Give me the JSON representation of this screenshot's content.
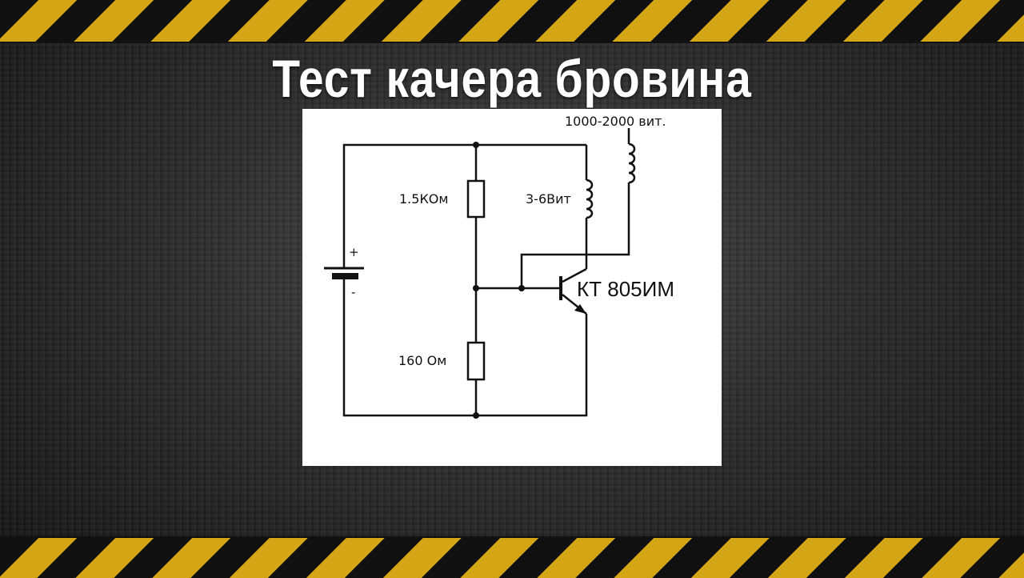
{
  "slide": {
    "title": "Тест качера бровина"
  },
  "diagram": {
    "labels": {
      "secondary_coil": "1000-2000 вит.",
      "primary_coil": "3-6Вит",
      "resistor_top": "1.5КОм",
      "resistor_bottom": "160 Ом",
      "transistor": "КТ 805ИМ",
      "battery_plus": "+",
      "battery_minus": "-"
    }
  },
  "colors": {
    "stripe_yellow": "#d4a514",
    "stripe_black": "#111111",
    "background": "#2c2c2c"
  }
}
